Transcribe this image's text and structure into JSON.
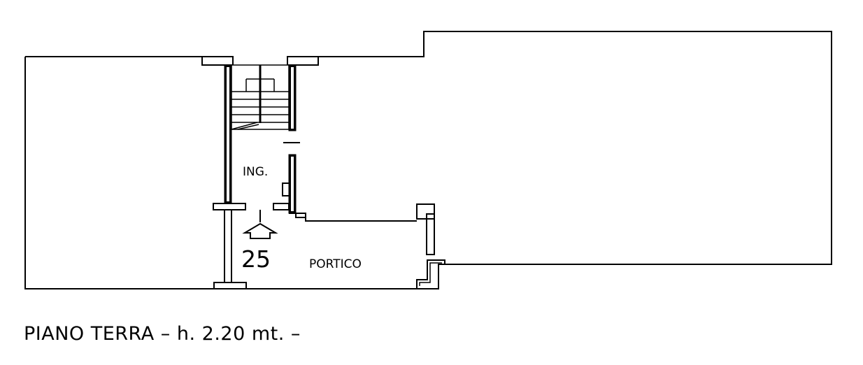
{
  "plan": {
    "rooms": {
      "entrance": "ING.",
      "portico": "PORTICO"
    },
    "entrance_number": "25",
    "title": "PIANO TERRA – h. 2.20 mt. –"
  },
  "colors": {
    "line": "#000000",
    "background": "#ffffff"
  }
}
